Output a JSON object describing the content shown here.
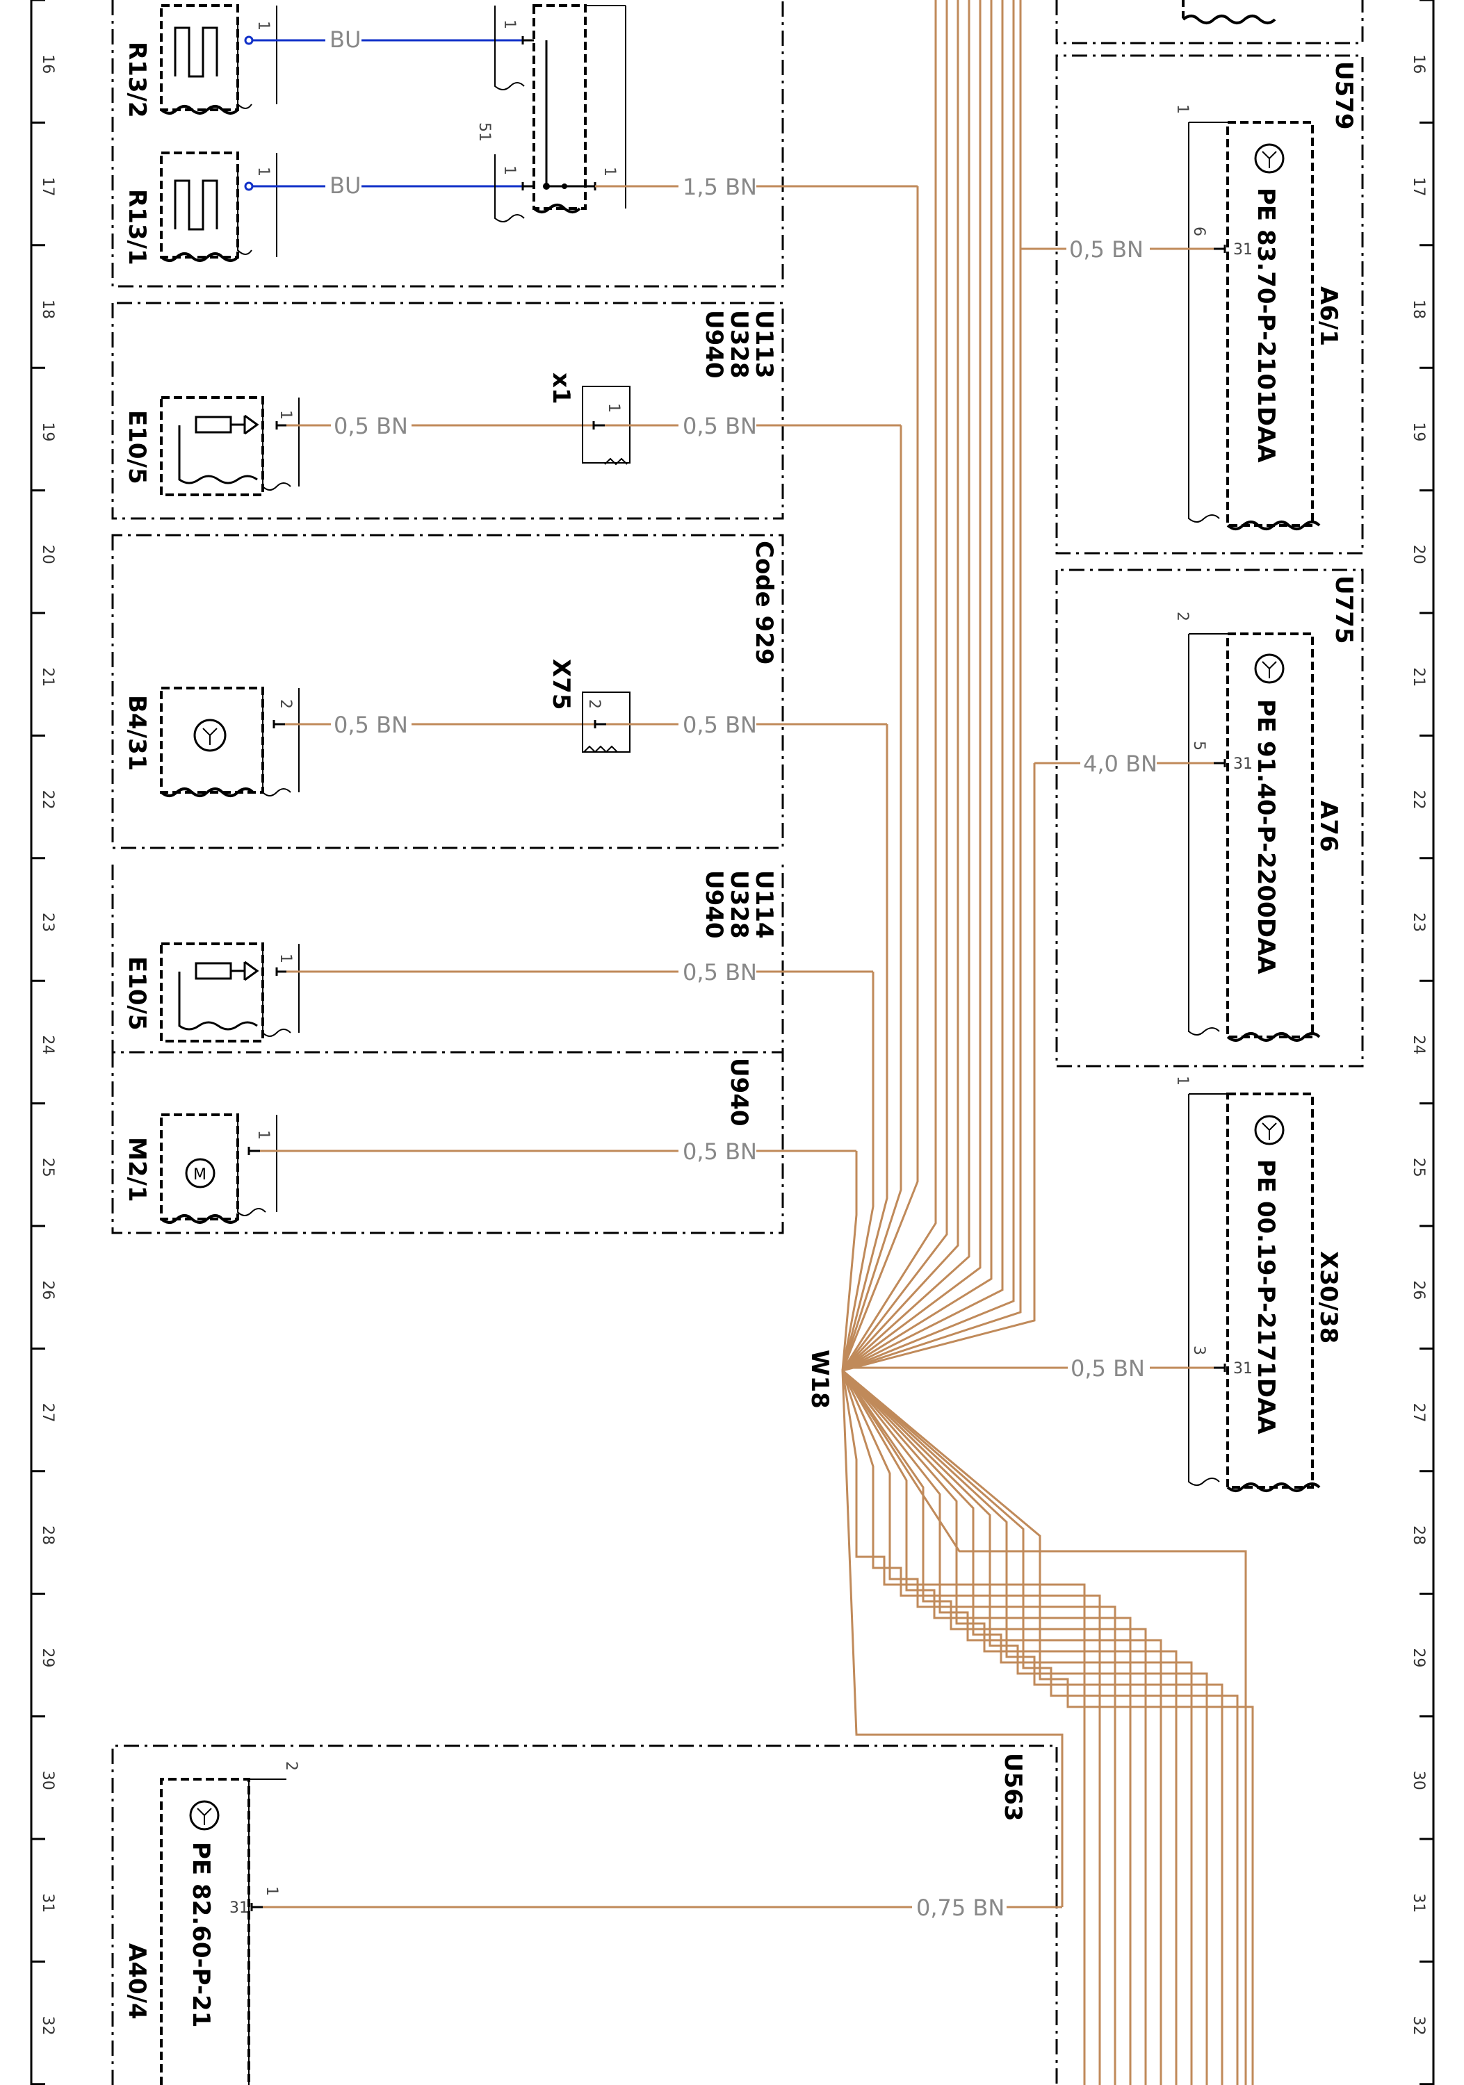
{
  "colors": {
    "brown_wire": "#c08a5a",
    "blue_wire": "#1030c8",
    "frame": "#000000",
    "light_text": "#888888"
  },
  "ruler_numbers": [
    "16",
    "17",
    "18",
    "19",
    "20",
    "21",
    "22",
    "23",
    "24",
    "25",
    "26",
    "27",
    "28",
    "29",
    "30",
    "31",
    "32"
  ],
  "left_boxes": {
    "box_r13": {
      "components": [
        {
          "id": "R13/2",
          "wire": "BU",
          "pin": "1"
        },
        {
          "id": "R13/1",
          "wire": "BU",
          "pin": "1"
        }
      ],
      "connector_pins": {
        "top": "1",
        "side": "51",
        "mid": "1",
        "right": "1"
      },
      "output_wire": "1,5 BN"
    },
    "box_e10_1": {
      "codes": [
        "U113",
        "U328",
        "U940"
      ],
      "component": "E10/5",
      "pin": "1",
      "wire_in": "0,5 BN",
      "connector": "x1",
      "connector_pin": "1",
      "wire_out": "0,5 BN"
    },
    "box_b4": {
      "codes": [
        "Code 929"
      ],
      "component": "B4/31",
      "pin": "2",
      "wire_in": "0,5 BN",
      "connector": "X75",
      "connector_pin": "2",
      "wire_out": "0,5 BN"
    },
    "box_e10_2": {
      "codes": [
        "U114",
        "U328",
        "U940"
      ],
      "component": "E10/5",
      "pin": "1",
      "wire_out": "0,5 BN"
    },
    "box_m2": {
      "codes": [
        "U940"
      ],
      "component": "M2/1",
      "pin": "1",
      "wire_out": "0,5 BN"
    },
    "box_a40": {
      "codes": [
        "U563"
      ],
      "component": "A40/4",
      "pe_ref": "PE 82.60-P-21",
      "pin_top": "2",
      "pin": "1",
      "pin_31": "31",
      "wire": "0,75 BN"
    }
  },
  "right_boxes": {
    "box_a6": {
      "codes": [
        "U579"
      ],
      "component": "A6/1",
      "pe_ref": "PE 83.70-P-2101DAA",
      "pin_top": "1",
      "pin": "6",
      "pin_31": "31",
      "wire": "0,5 BN"
    },
    "box_a76": {
      "codes": [
        "U775"
      ],
      "component": "A76",
      "pe_ref": "PE 91.40-P-2200DAA",
      "pin_top": "2",
      "pin": "5",
      "pin_31": "31",
      "wire": "4,0 BN"
    },
    "box_x30": {
      "component": "X30/38",
      "pe_ref": "PE 00.19-P-2171DAA",
      "pin_top": "1",
      "pin": "3",
      "pin_31": "31",
      "wire": "0,5 BN"
    }
  },
  "splice": {
    "label": "W18"
  }
}
